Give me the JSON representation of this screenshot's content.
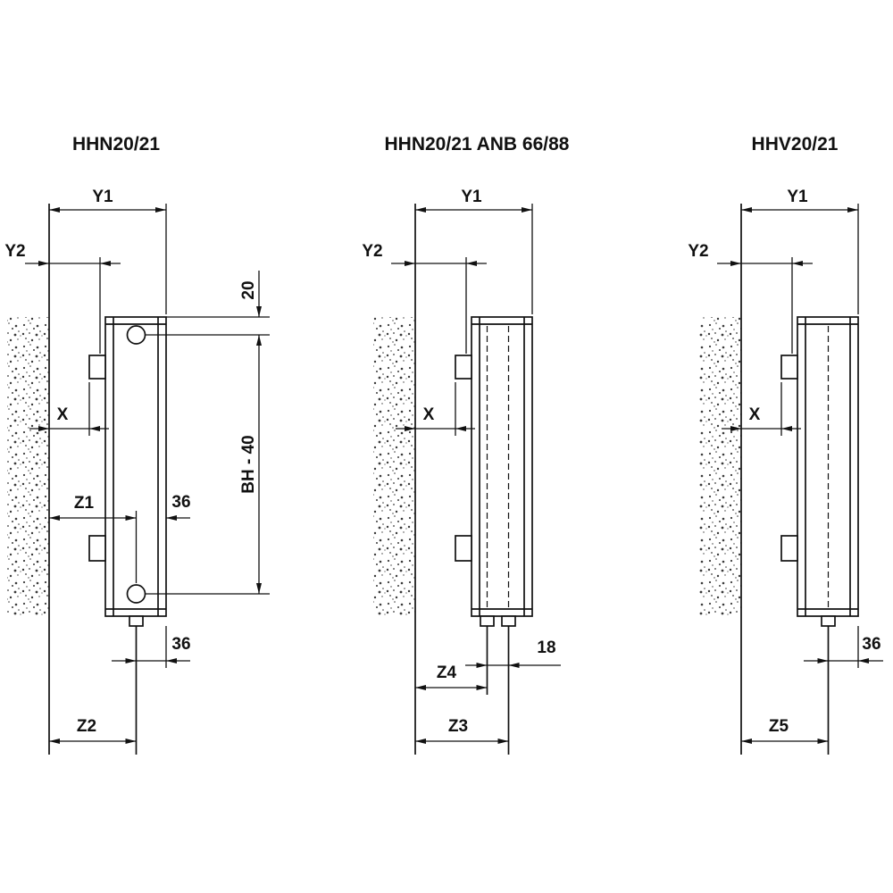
{
  "colors": {
    "line": "#111111",
    "background": "#ffffff"
  },
  "diagrams": [
    {
      "title": "HHN20/21",
      "dims": {
        "y1": "Y1",
        "y2": "Y2",
        "x": "X",
        "top_offset": "20",
        "height": "BH - 40",
        "z1": "Z1",
        "edge36_mid": "36",
        "edge36_bottom": "36",
        "z2": "Z2"
      }
    },
    {
      "title": "HHN20/21 ANB 66/88",
      "dims": {
        "y1": "Y1",
        "y2": "Y2",
        "x": "X",
        "pipe_gap": "18",
        "z4": "Z4",
        "z3": "Z3"
      }
    },
    {
      "title": "HHV20/21",
      "dims": {
        "y1": "Y1",
        "y2": "Y2",
        "x": "X",
        "edge36_bottom": "36",
        "z5": "Z5"
      }
    }
  ]
}
